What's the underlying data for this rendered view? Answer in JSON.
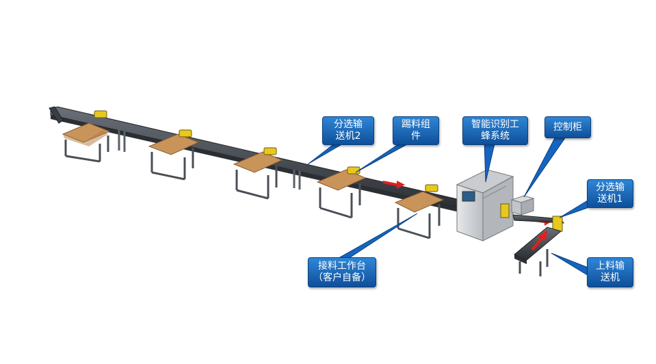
{
  "callouts": [
    {
      "id": "sort-conveyor-2",
      "lines": [
        "分选输",
        "送机2"
      ]
    },
    {
      "id": "kick-assembly",
      "lines": [
        "踢料组",
        "件"
      ]
    },
    {
      "id": "smart-recognition-system",
      "lines": [
        "智能识别工",
        "蜂系统"
      ]
    },
    {
      "id": "control-cabinet",
      "lines": [
        "控制柜"
      ]
    },
    {
      "id": "sort-conveyor-1",
      "lines": [
        "分选输",
        "送机1"
      ]
    },
    {
      "id": "receiving-workbench",
      "lines": [
        "接料工作台",
        "（客户自备）"
      ]
    },
    {
      "id": "feed-conveyor",
      "lines": [
        "上料输",
        "送机"
      ]
    }
  ],
  "colors": {
    "callout_fill": "#1565c0",
    "table_top": "#c8945a",
    "frame": "#4a4f55",
    "conveyor": "#3c4148",
    "scanner": "#e8c81e",
    "arrow": "#e02020",
    "cabinet": "#d5d8dc"
  }
}
